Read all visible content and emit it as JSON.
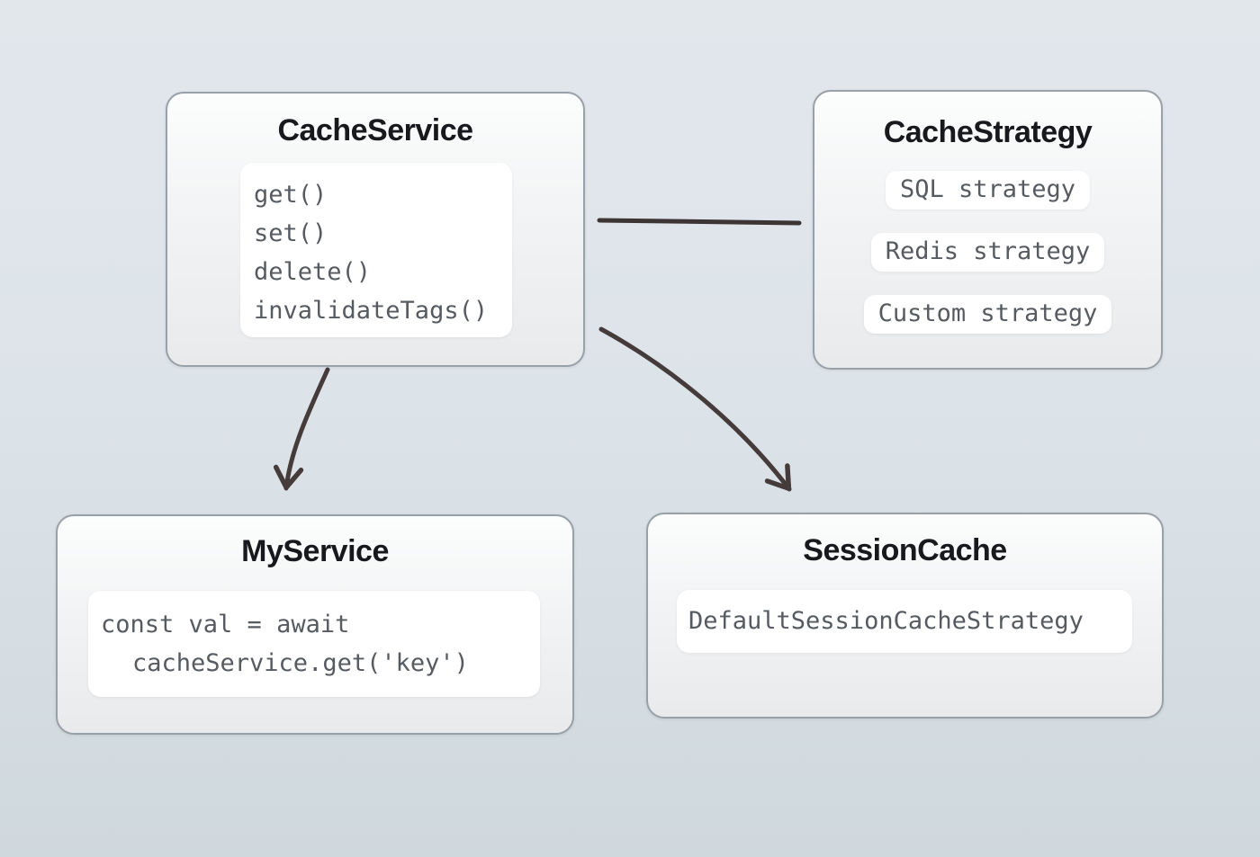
{
  "diagram": {
    "nodes": {
      "cache_service": {
        "title": "CacheService",
        "methods": [
          "get()",
          "set()",
          "delete()",
          "invalidateTags()"
        ]
      },
      "cache_strategy": {
        "title": "CacheStrategy",
        "strategies": [
          "SQL strategy",
          "Redis strategy",
          "Custom strategy"
        ]
      },
      "my_service": {
        "title": "MyService",
        "code_lines": [
          "const val = await",
          "cacheService.get('key')"
        ]
      },
      "session_cache": {
        "title": "SessionCache",
        "code": "DefaultSessionCacheStrategy"
      }
    },
    "edges": [
      {
        "from": "cache_service",
        "to": "cache_strategy",
        "style": "straight-line",
        "arrowhead": "none"
      },
      {
        "from": "cache_service",
        "to": "my_service",
        "style": "curved",
        "arrowhead": "open-v"
      },
      {
        "from": "cache_service",
        "to": "session_cache",
        "style": "curved",
        "arrowhead": "open-v"
      }
    ],
    "colors": {
      "background_top": "#e2e7ec",
      "background_bottom": "#cfd8dd",
      "node_border": "#99a1a8",
      "node_fill_top": "#fcfdfd",
      "node_fill_bottom": "#e8eaec",
      "inner_box_fill": "#ffffff",
      "title_text": "#17191d",
      "code_text": "#565b61",
      "arrow_stroke": "#453b3b"
    }
  }
}
